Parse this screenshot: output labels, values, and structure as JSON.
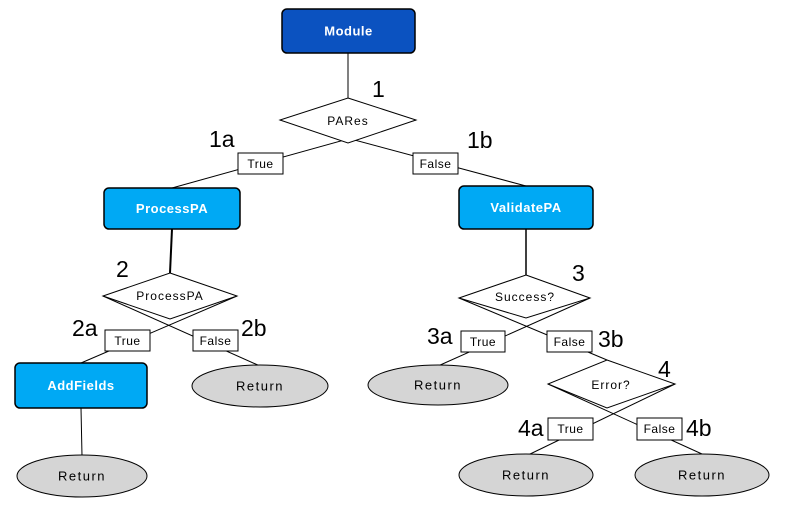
{
  "diagram": {
    "description": "Decision tree flowchart",
    "colors": {
      "module_fill": "#0B52C0",
      "process_fill": "#00A9F4",
      "terminator_fill": "#D5D5D5",
      "node_text": "#FFFFFF",
      "line": "#000000",
      "background": "#FFFFFF"
    },
    "nodes": {
      "module": {
        "label": "Module",
        "type": "module-box"
      },
      "process_pa": {
        "label": "ProcessPA",
        "type": "process-box"
      },
      "validate_pa": {
        "label": "ValidatePA",
        "type": "process-box"
      },
      "add_fields": {
        "label": "AddFields",
        "type": "process-box"
      },
      "d_pares": {
        "label": "PARes",
        "step": "1",
        "type": "decision"
      },
      "d_processpa": {
        "label": "ProcessPA",
        "step": "2",
        "type": "decision"
      },
      "d_success": {
        "label": "Success?",
        "step": "3",
        "type": "decision"
      },
      "d_error": {
        "label": "Error?",
        "step": "4",
        "type": "decision"
      },
      "return_2b": {
        "label": "Return",
        "type": "terminator"
      },
      "return_addfields": {
        "label": "Return",
        "type": "terminator"
      },
      "return_3a": {
        "label": "Return",
        "type": "terminator"
      },
      "return_4a": {
        "label": "Return",
        "type": "terminator"
      },
      "return_4b": {
        "label": "Return",
        "type": "terminator"
      }
    },
    "branches": {
      "b1a": {
        "id": "1a",
        "label": "True"
      },
      "b1b": {
        "id": "1b",
        "label": "False"
      },
      "b2a": {
        "id": "2a",
        "label": "True"
      },
      "b2b": {
        "id": "2b",
        "label": "False"
      },
      "b3a": {
        "id": "3a",
        "label": "True"
      },
      "b3b": {
        "id": "3b",
        "label": "False"
      },
      "b4a": {
        "id": "4a",
        "label": "True"
      },
      "b4b": {
        "id": "4b",
        "label": "False"
      }
    }
  }
}
